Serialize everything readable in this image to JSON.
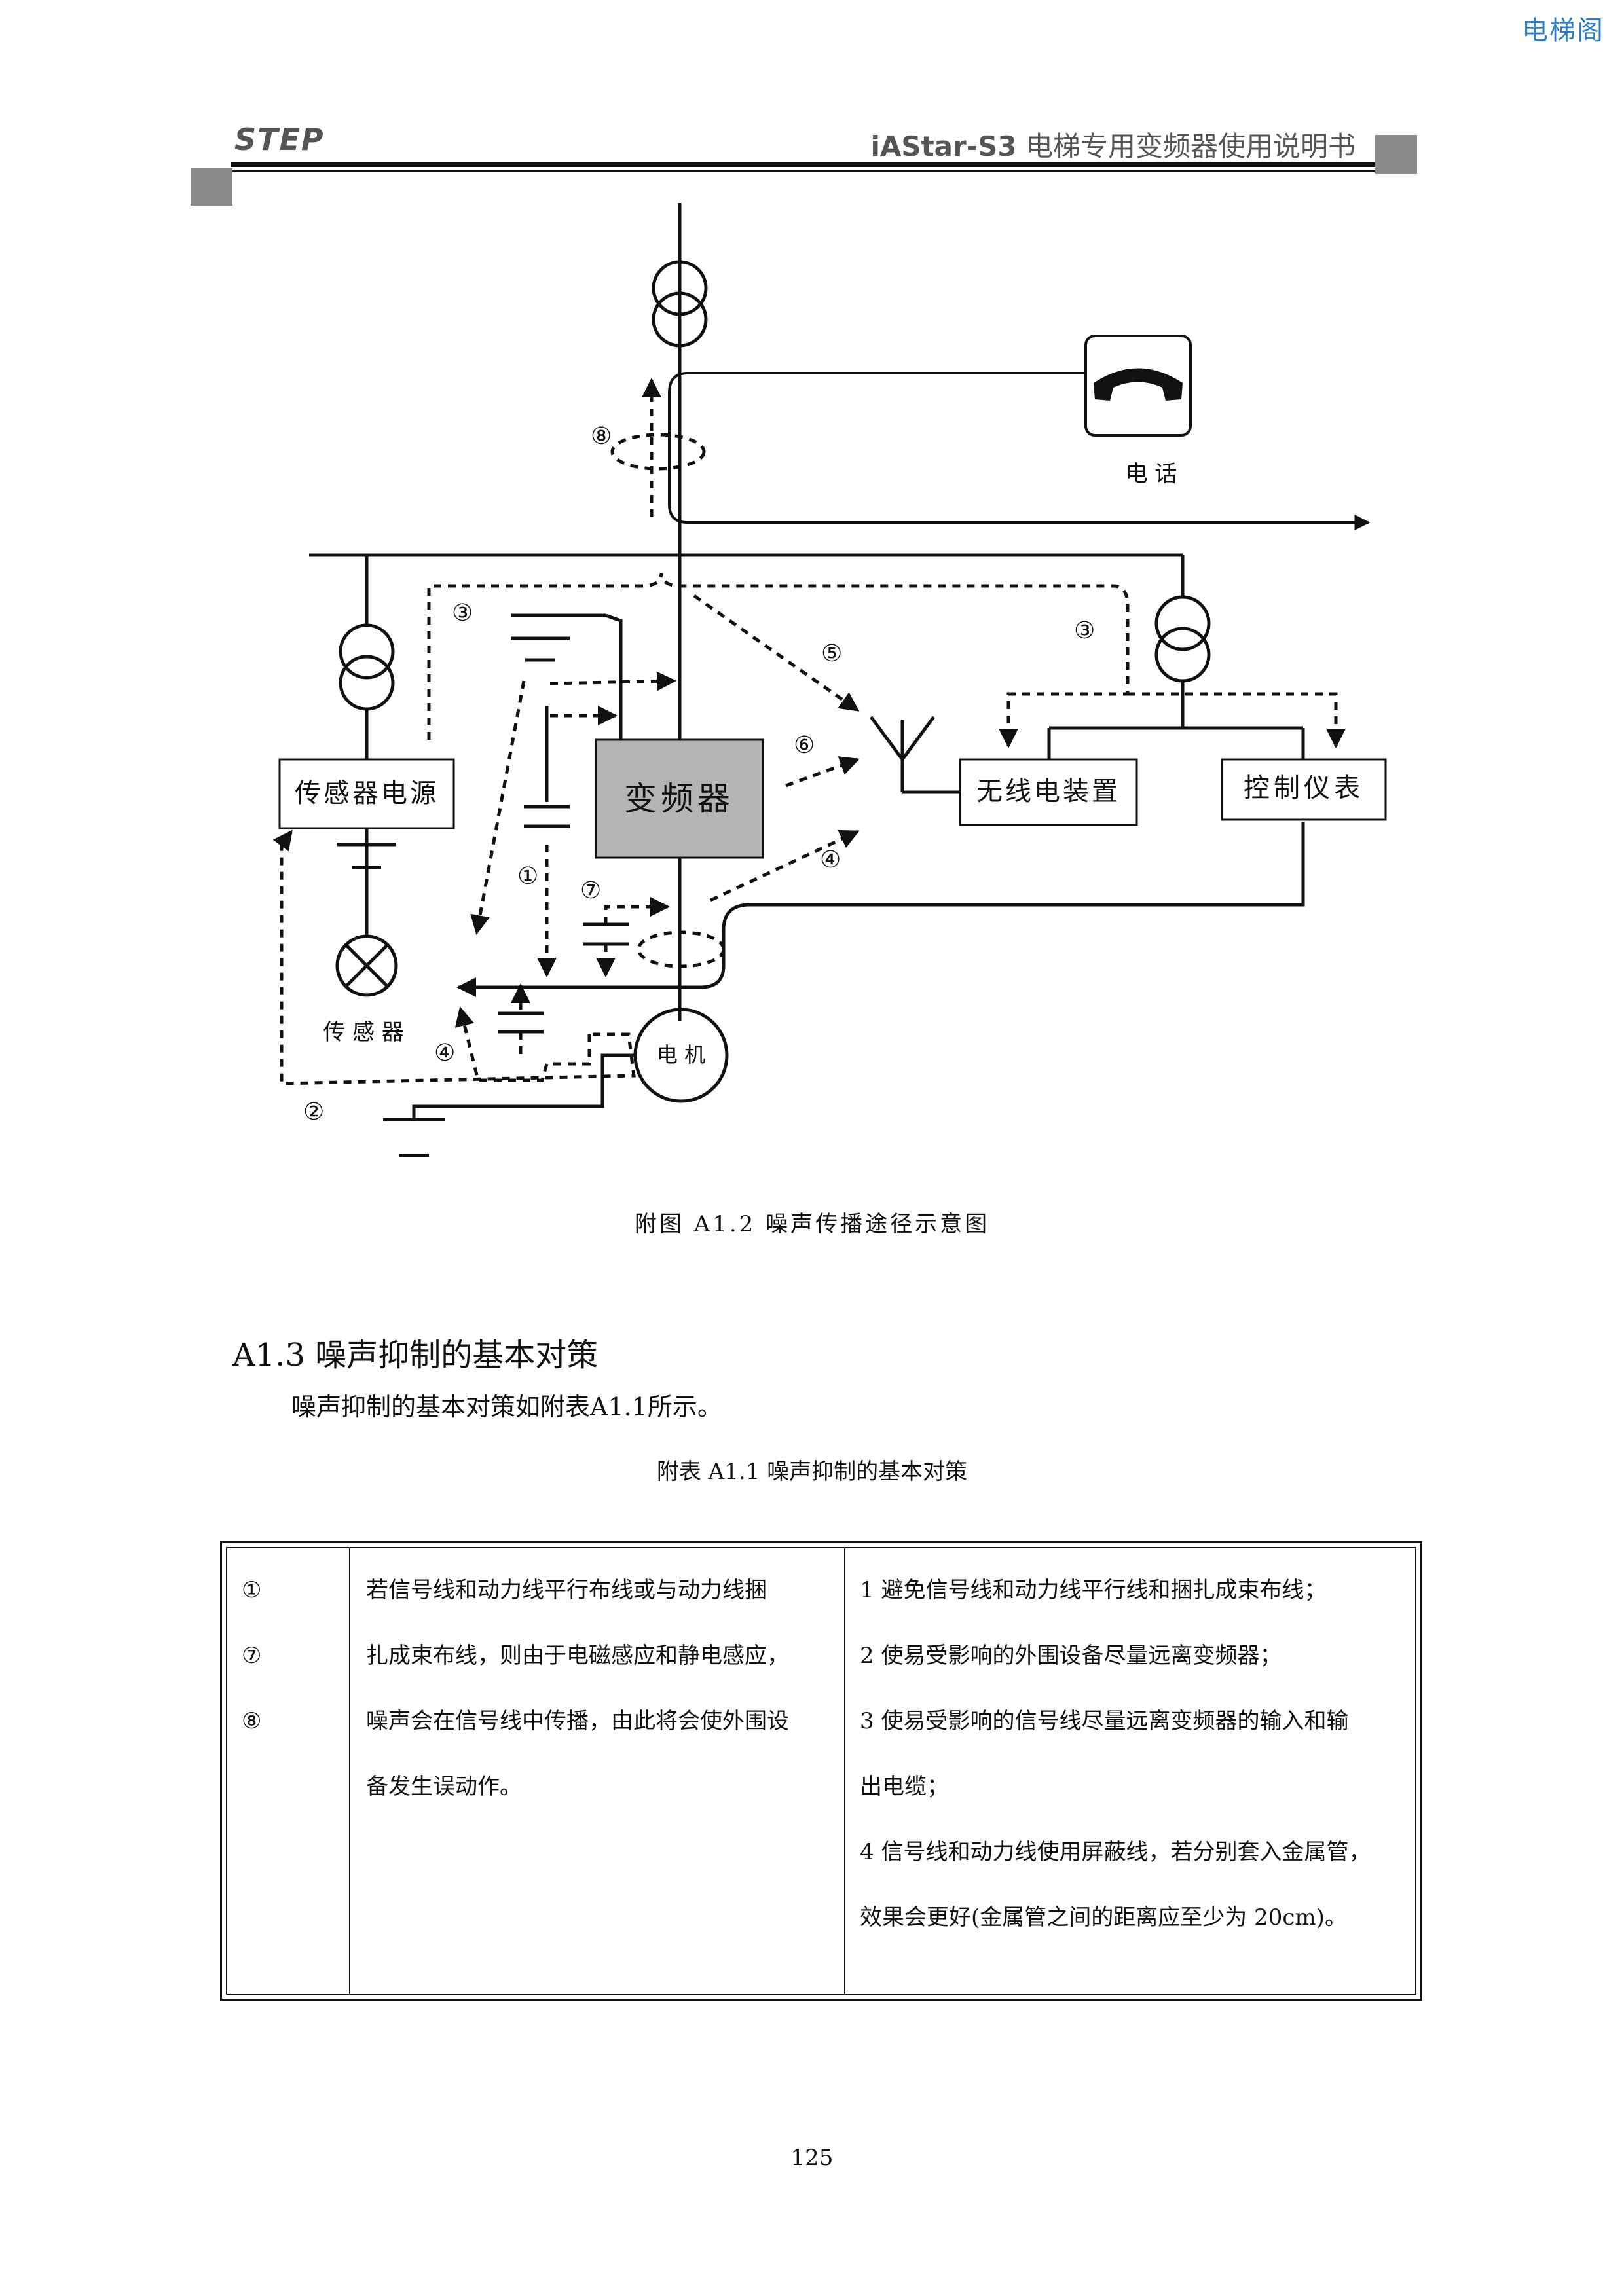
{
  "watermark": "电梯阁",
  "header": {
    "brand": "STEP",
    "title_model": "iAStar-S3",
    "title_rest": " 电梯专用变频器使用说明书"
  },
  "diagram": {
    "labels": {
      "phone": "电 话",
      "sensor_power": "传感器电源",
      "inverter": "变频器",
      "radio": "无线电装置",
      "control_meter": "控制仪表",
      "sensor": "传 感 器",
      "motor": "电 机"
    },
    "markers": {
      "m1": "①",
      "m2": "②",
      "m3a": "③",
      "m3b": "③",
      "m4a": "④",
      "m4b": "④",
      "m5": "⑤",
      "m6": "⑥",
      "m7": "⑦",
      "m8": "⑧"
    }
  },
  "figure_caption": "附图 A1.2 噪声传播途径示意图",
  "section": {
    "title": "A1.3 噪声抑制的基本对策",
    "body": "噪声抑制的基本对策如附表A1.1所示。"
  },
  "table_caption": "附表 A1.1 噪声抑制的基本对策",
  "table": {
    "col1": [
      "①",
      "⑦",
      "⑧"
    ],
    "col2": [
      "若信号线和动力线平行布线或与动力线捆",
      "扎成束布线，则由于电磁感应和静电感应，",
      "噪声会在信号线中传播，由此将会使外围设",
      "备发生误动作。"
    ],
    "col3": [
      "1 避免信号线和动力线平行线和捆扎成束布线；",
      "2 使易受影响的外围设备尽量远离变频器；",
      "3 使易受影响的信号线尽量远离变频器的输入和输",
      "出电缆；",
      "4 信号线和动力线使用屏蔽线，若分别套入金属管，",
      "效果会更好(金属管之间的距离应至少为 20cm)。"
    ]
  },
  "page_number": "125"
}
